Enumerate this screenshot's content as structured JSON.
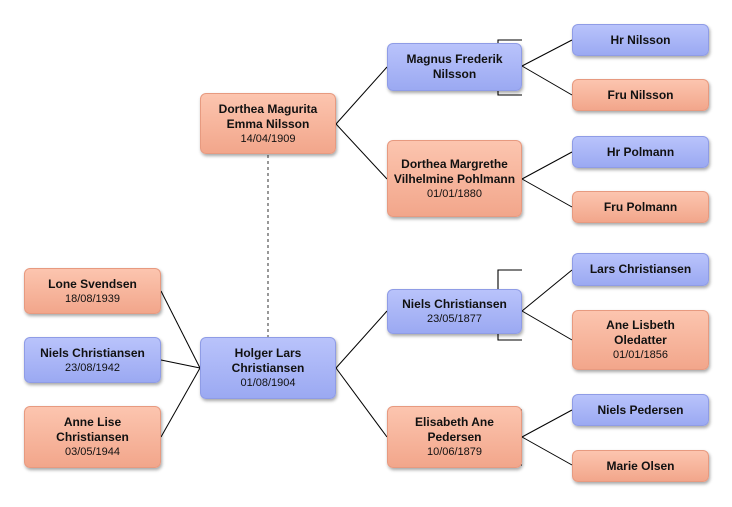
{
  "colors": {
    "male": "#a3b0f6",
    "female": "#f6b196",
    "line": "#000000",
    "spouse_line": "#555555"
  },
  "people": {
    "hr_nilsson": {
      "name": "Hr Nilsson",
      "date": "",
      "sex": "male"
    },
    "fru_nilsson": {
      "name": "Fru Nilsson",
      "date": "",
      "sex": "female"
    },
    "magnus": {
      "name": "Magnus Frederik Nilsson",
      "date": "",
      "sex": "male"
    },
    "hr_polmann": {
      "name": "Hr Polmann",
      "date": "",
      "sex": "male"
    },
    "fru_polmann": {
      "name": "Fru Polmann",
      "date": "",
      "sex": "female"
    },
    "dorthea_margrethe": {
      "name": "Dorthea Margrethe Vilhelmine Pohlmann",
      "date": "01/01/1880",
      "sex": "female"
    },
    "dorthea_magurita": {
      "name": "Dorthea Magurita Emma Nilsson",
      "date": "14/04/1909",
      "sex": "female"
    },
    "lars": {
      "name": "Lars Christiansen",
      "date": "",
      "sex": "male"
    },
    "ane_lisbeth": {
      "name": "Ane Lisbeth Oledatter",
      "date": "01/01/1856",
      "sex": "female"
    },
    "niels_1877": {
      "name": "Niels Christiansen",
      "date": "23/05/1877",
      "sex": "male"
    },
    "niels_pedersen": {
      "name": "Niels Pedersen",
      "date": "",
      "sex": "male"
    },
    "marie": {
      "name": "Marie Olsen",
      "date": "",
      "sex": "female"
    },
    "elisabeth": {
      "name": "Elisabeth Ane Pedersen",
      "date": "10/06/1879",
      "sex": "female"
    },
    "holger": {
      "name": "Holger Lars Christiansen",
      "date": "01/08/1904",
      "sex": "male"
    },
    "lone": {
      "name": "Lone Svendsen",
      "date": "18/08/1939",
      "sex": "female"
    },
    "niels_1942": {
      "name": "Niels Christiansen",
      "date": "23/08/1942",
      "sex": "male"
    },
    "anne_lise": {
      "name": "Anne Lise Christiansen",
      "date": "03/05/1944",
      "sex": "female"
    }
  }
}
